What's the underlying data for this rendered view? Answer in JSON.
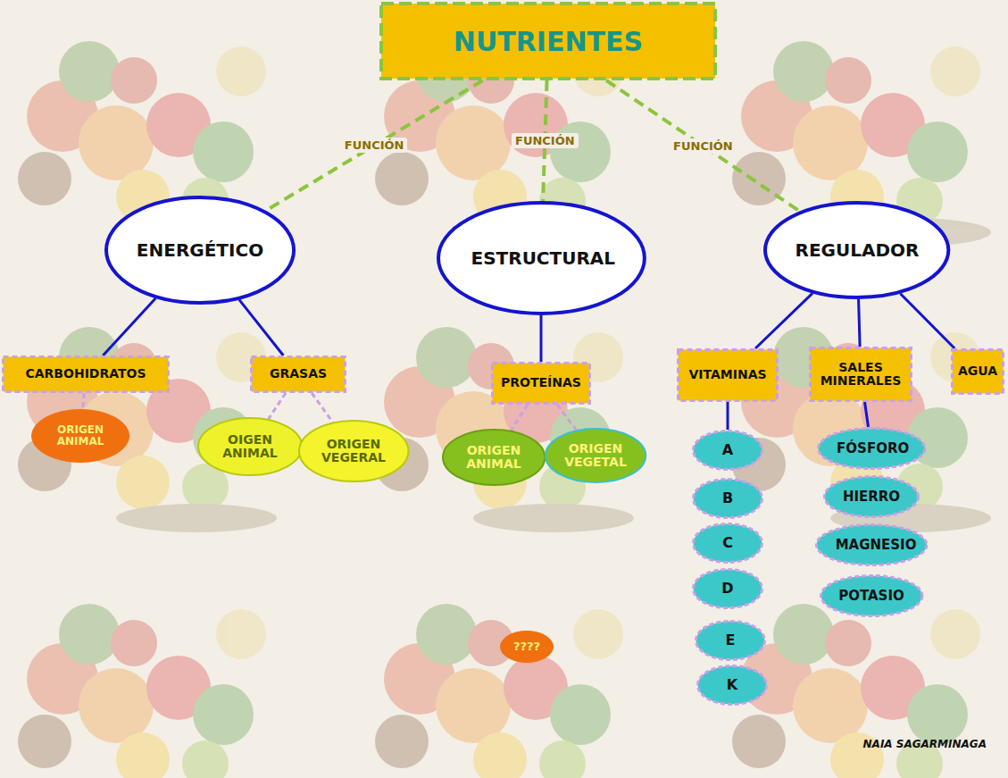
{
  "diagram": {
    "nodes": [
      {
        "text": [
          "NUTRIENTES"
        ]
      },
      {
        "text": [
          "ENERGÉTICO"
        ]
      },
      {
        "text": [
          "ESTRUCTURAL"
        ]
      },
      {
        "text": [
          "REGULADOR"
        ]
      },
      {
        "text": [
          "CARBOHIDRATOS"
        ]
      },
      {
        "text": [
          "GRASAS"
        ]
      },
      {
        "text": [
          "PROTEÍNAS"
        ]
      },
      {
        "text": [
          "VITAMINAS"
        ]
      },
      {
        "text": [
          "SALES MINERALES"
        ]
      },
      {
        "text": [
          "AGUA"
        ]
      },
      {
        "text": [
          "ORIGEN ANIMAL"
        ]
      },
      {
        "text": [
          "OIGEN ANIMAL"
        ]
      },
      {
        "text": [
          "ORIGEN VEGERAL"
        ]
      },
      {
        "text": [
          "ORIGEN ANIMAL"
        ]
      },
      {
        "text": [
          "ORIGEN VEGETAL"
        ]
      },
      {
        "text": [
          "A"
        ]
      },
      {
        "text": [
          "B"
        ]
      },
      {
        "text": [
          "C"
        ]
      },
      {
        "text": [
          "D"
        ]
      },
      {
        "text": [
          "E"
        ]
      },
      {
        "text": [
          "K"
        ]
      },
      {
        "text": [
          "FÓSFORO"
        ]
      },
      {
        "text": [
          "HIERRO"
        ]
      },
      {
        "text": [
          "MAGNESIO"
        ]
      },
      {
        "text": [
          "POTASIO"
        ]
      },
      {
        "text": [
          "????"
        ]
      }
    ],
    "edges": [
      {
        "from": 0,
        "to": 1,
        "label": "FUNCIÓN",
        "arrow": "none"
      },
      {
        "from": 0,
        "to": 2,
        "label": "FUNCIÓN",
        "arrow": "none"
      },
      {
        "from": 0,
        "to": 3,
        "label": "FUNCIÓN",
        "arrow": "none"
      },
      {
        "from": 1,
        "to": 4,
        "arrow": "none"
      },
      {
        "from": 1,
        "to": 5,
        "arrow": "none"
      },
      {
        "from": 2,
        "to": 6,
        "arrow": "none"
      },
      {
        "from": 3,
        "to": 7,
        "arrow": "none"
      },
      {
        "from": 3,
        "to": 8,
        "arrow": "none"
      },
      {
        "from": 3,
        "to": 9,
        "arrow": "none"
      },
      {
        "from": 4,
        "to": 10,
        "arrow": "none"
      },
      {
        "from": 5,
        "to": 11,
        "arrow": "none"
      },
      {
        "from": 5,
        "to": 12,
        "arrow": "none"
      },
      {
        "from": 6,
        "to": 13,
        "arrow": "none"
      },
      {
        "from": 6,
        "to": 14,
        "arrow": "none"
      },
      {
        "from": 7,
        "to": 15,
        "arrow": "none"
      },
      {
        "from": 8,
        "to": 21,
        "arrow": "none"
      }
    ],
    "labels": [
      "NAIA SAGARMINAGA"
    ]
  }
}
